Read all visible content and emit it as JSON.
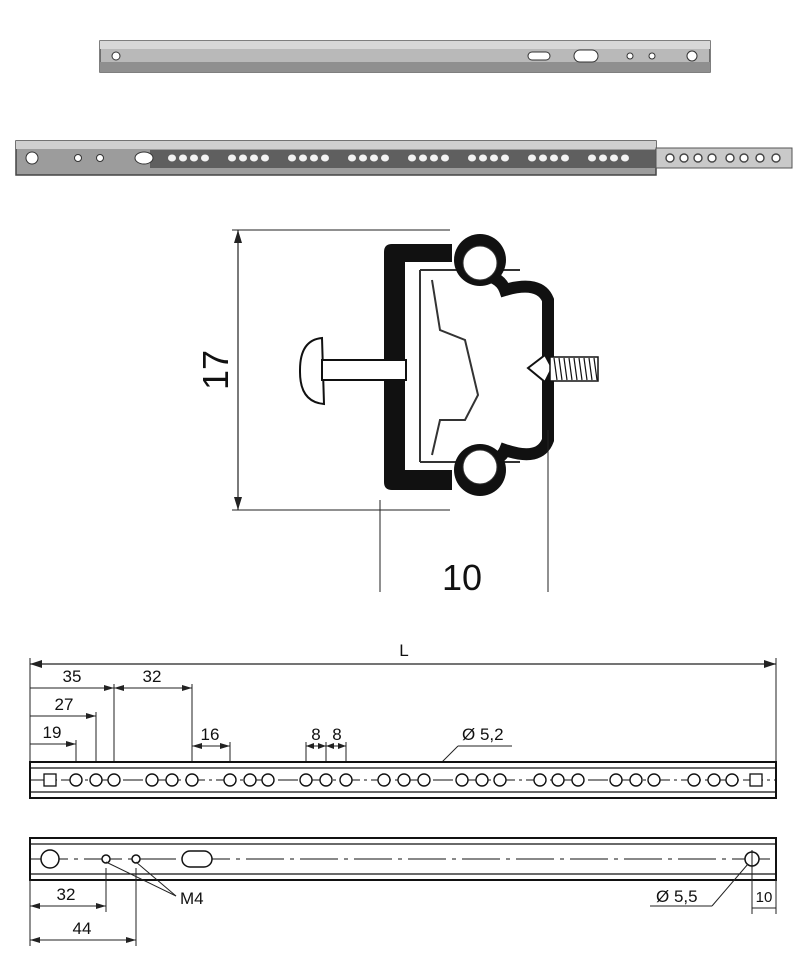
{
  "photo_section": {
    "description": "photographs of rail members"
  },
  "cross_section": {
    "height_label": "17",
    "width_label": "10"
  },
  "drawing_top": {
    "total_length_label": "L",
    "dims": {
      "d35": "35",
      "d32": "32",
      "d27": "27",
      "d19": "19",
      "d16": "16",
      "d8a": "8",
      "d8b": "8"
    },
    "hole_label": "Ø 5,2"
  },
  "drawing_bottom": {
    "dims": {
      "d32": "32",
      "d44": "44",
      "d10": "10"
    },
    "thread_label": "M4",
    "hole_label": "Ø 5,5"
  }
}
